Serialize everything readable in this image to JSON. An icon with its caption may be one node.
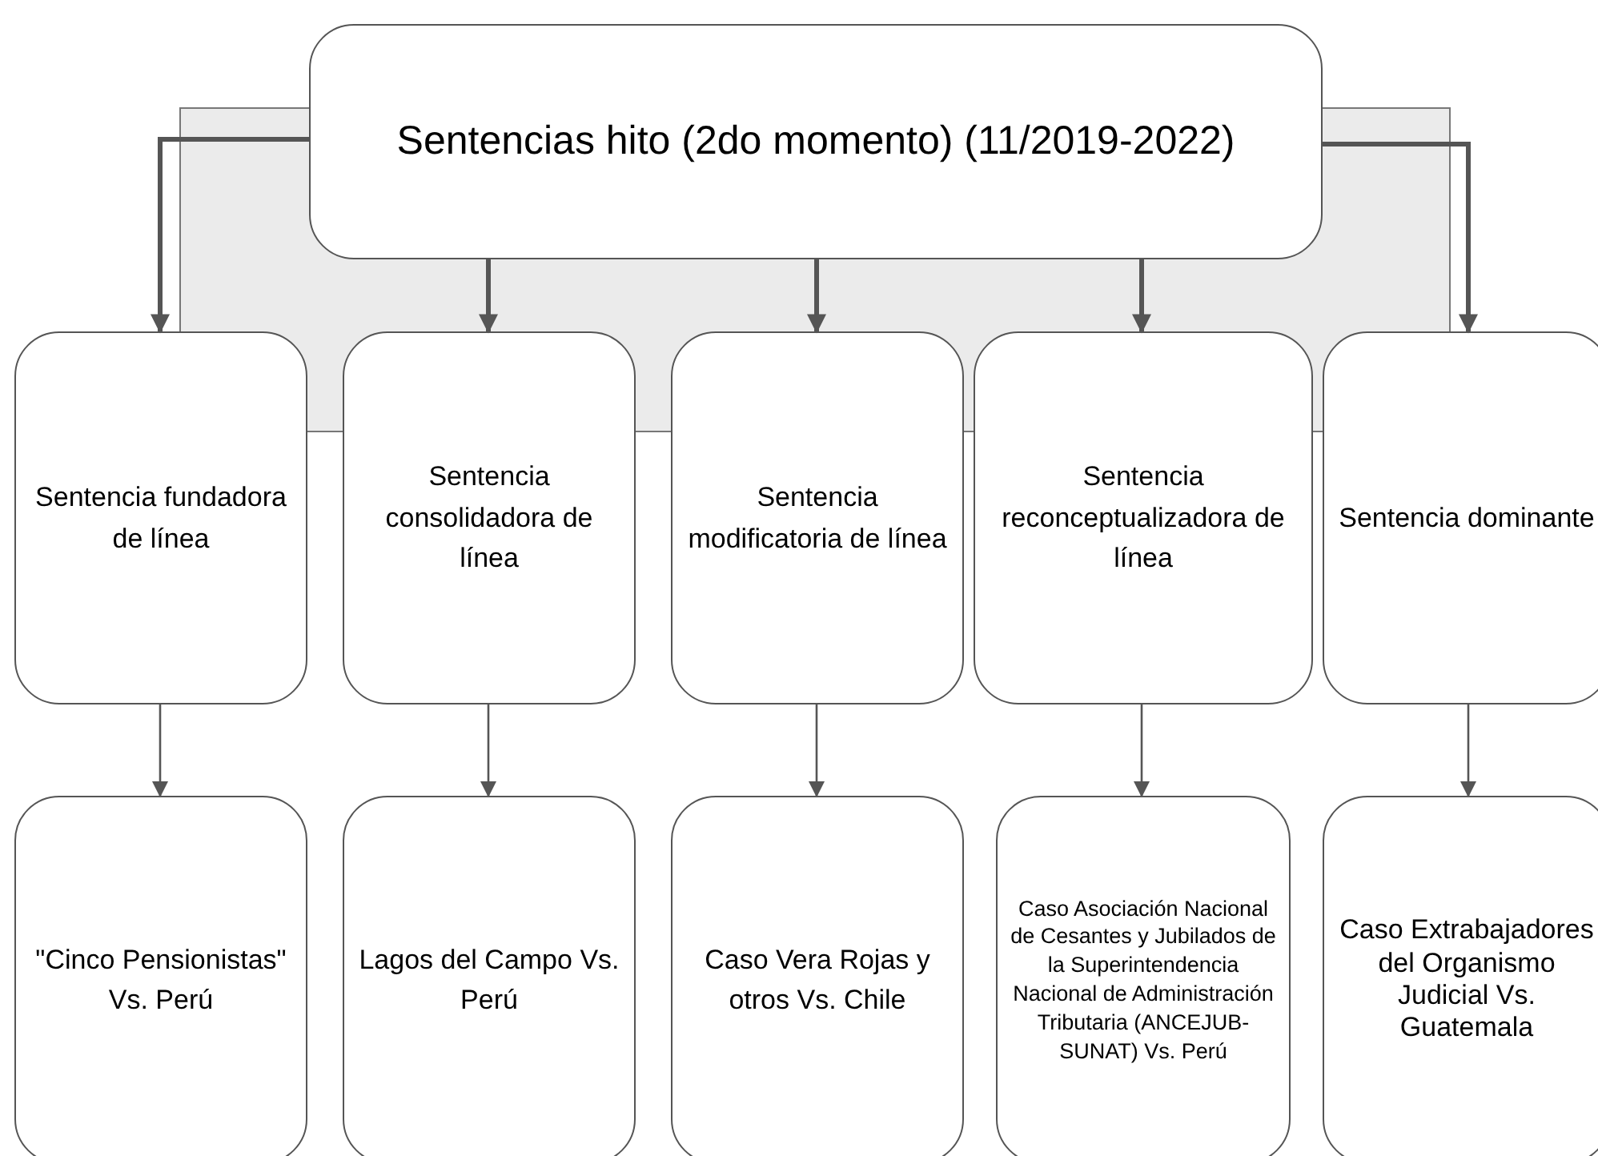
{
  "diagram": {
    "nodes": [
      {
        "text": [
          "Sentencias hito (2do momento) (11/2019-2022)"
        ]
      },
      {
        "text": [
          "Sentencia fundadora de línea"
        ]
      },
      {
        "text": [
          "Sentencia consolidadora de línea"
        ]
      },
      {
        "text": [
          "Sentencia modificatoria de línea"
        ]
      },
      {
        "text": [
          "Sentencia reconceptualizadora de línea"
        ]
      },
      {
        "text": [
          "Sentencia dominante"
        ]
      },
      {
        "text": [
          "\"Cinco Pensionistas\" Vs. Perú"
        ]
      },
      {
        "text": [
          "Lagos del Campo Vs. Perú"
        ]
      },
      {
        "text": [
          "Caso Vera Rojas y otros Vs. Chile"
        ]
      },
      {
        "text": [
          "Caso Asociación Nacional de Cesantes y Jubilados de la Superintendencia Nacional de Administración Tributaria (ANCEJUB-SUNAT) Vs. Perú"
        ]
      },
      {
        "text": [
          "Caso Extrabajadores del Organismo Judicial Vs. Guatemala"
        ]
      }
    ],
    "edges": [
      {
        "from": 0,
        "to": 1,
        "arrow": "to",
        "style": "thick"
      },
      {
        "from": 0,
        "to": 2,
        "arrow": "to",
        "style": "thick"
      },
      {
        "from": 0,
        "to": 3,
        "arrow": "to",
        "style": "thick"
      },
      {
        "from": 0,
        "to": 4,
        "arrow": "to",
        "style": "thick"
      },
      {
        "from": 0,
        "to": 5,
        "arrow": "to",
        "style": "thick"
      },
      {
        "from": 1,
        "to": 6,
        "arrow": "to"
      },
      {
        "from": 2,
        "to": 7,
        "arrow": "to"
      },
      {
        "from": 3,
        "to": 8,
        "arrow": "to"
      },
      {
        "from": 4,
        "to": 9,
        "arrow": "to"
      },
      {
        "from": 5,
        "to": 10,
        "arrow": "to"
      }
    ]
  }
}
